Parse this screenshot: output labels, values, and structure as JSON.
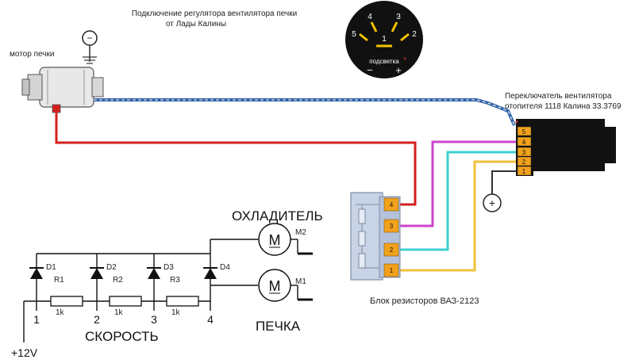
{
  "title": {
    "line1": "Подключение регулятора вентилятора печки",
    "line2": "от Лады Калины"
  },
  "motor": {
    "label": "мотор печки",
    "minus_symbol": "−"
  },
  "dial": {
    "marks": [
      "5",
      "4",
      "3",
      "2",
      "1"
    ],
    "backlight_label": "подсветка",
    "backlight_marker": "*",
    "minus": "−",
    "plus": "+"
  },
  "switch": {
    "label_line1": "Переключатель вентилятора",
    "label_line2": "отопителя 1118 Калина 33.3769",
    "marker": "*",
    "pins": [
      "5",
      "4",
      "3",
      "2",
      "1"
    ],
    "plus_symbol": "+"
  },
  "resistor_block": {
    "label": "Блок резисторов ВАЗ-2123",
    "pins": [
      "4",
      "3",
      "2",
      "1"
    ]
  },
  "schematic": {
    "diodes": [
      "D1",
      "D2",
      "D3",
      "D4"
    ],
    "resistors": [
      "R1",
      "R2",
      "R3"
    ],
    "resistor_values": [
      "1k",
      "1k",
      "1k"
    ],
    "motor_symbol": "M",
    "motors": [
      "M2",
      "M1"
    ],
    "speed_numbers": [
      "1",
      "2",
      "3",
      "4"
    ],
    "speed_label": "СКОРОСТЬ",
    "supply_label": "+12V",
    "cooler_label": "ОХЛАДИТЕЛЬ",
    "heater_label": "ПЕЧКА"
  },
  "colors": {
    "wire_red": "#d41f1f",
    "wire_magenta": "#cc44cc",
    "wire_cyan": "#3ecfcf",
    "wire_yellow": "#efc03a",
    "wire_ground_blue": "#2a5ea8",
    "pin_orange": "#f2a11c",
    "block_body": "#c8d4e6",
    "dial_face": "#111111",
    "dial_needle": "#f2c200"
  }
}
